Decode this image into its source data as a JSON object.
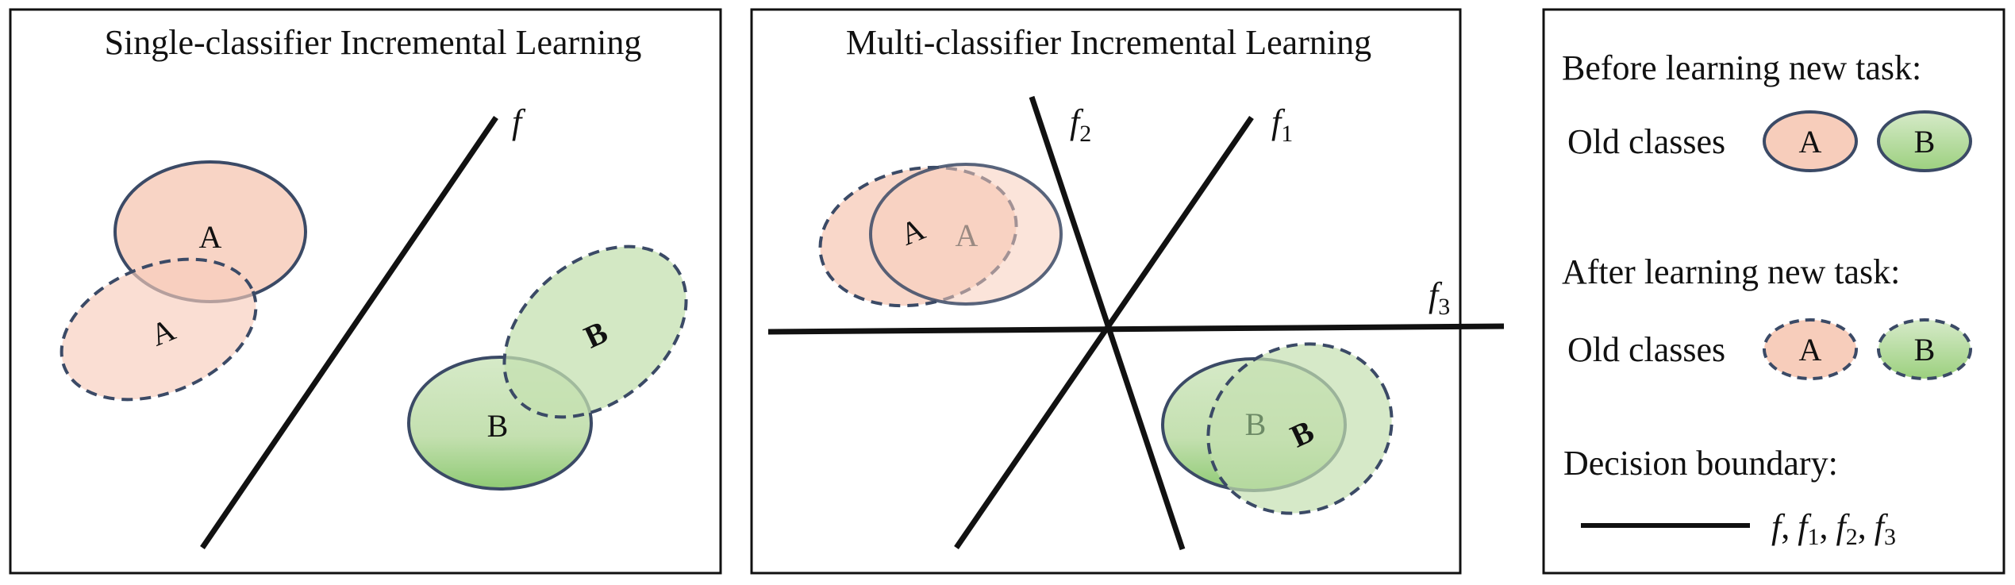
{
  "panels": {
    "single": {
      "title": "Single-classifier Incremental Learning",
      "boundary_label": "f",
      "class_a": "A",
      "class_b": "B",
      "class_a_new": "A",
      "class_b_new": "B"
    },
    "multi": {
      "title": "Multi-classifier Incremental Learning",
      "f1_base": "f",
      "f1_sub": "1",
      "f2_base": "f",
      "f2_sub": "2",
      "f3_base": "f",
      "f3_sub": "3",
      "class_a": "A",
      "class_b": "B",
      "class_a_new": "A",
      "class_b_new": "B"
    },
    "legend": {
      "before_heading": "Before learning new task:",
      "before_label": "Old classes",
      "before_a": "A",
      "before_b": "B",
      "after_heading": "After learning new task:",
      "after_label": "Old classes",
      "after_a": "A",
      "after_b": "B",
      "decision_heading": "Decision boundary:",
      "decision_f": "f",
      "decision_f1_sub": "1",
      "decision_f2_sub": "2",
      "decision_f3_sub": "3",
      "sep": ","
    }
  },
  "colors": {
    "class_a_fill": "#f7cdbb",
    "class_b_fill": "#c4e0b0",
    "class_b_fill_deep": "#9fcf85",
    "outline": "#3b4a66",
    "boundary": "#111111"
  }
}
